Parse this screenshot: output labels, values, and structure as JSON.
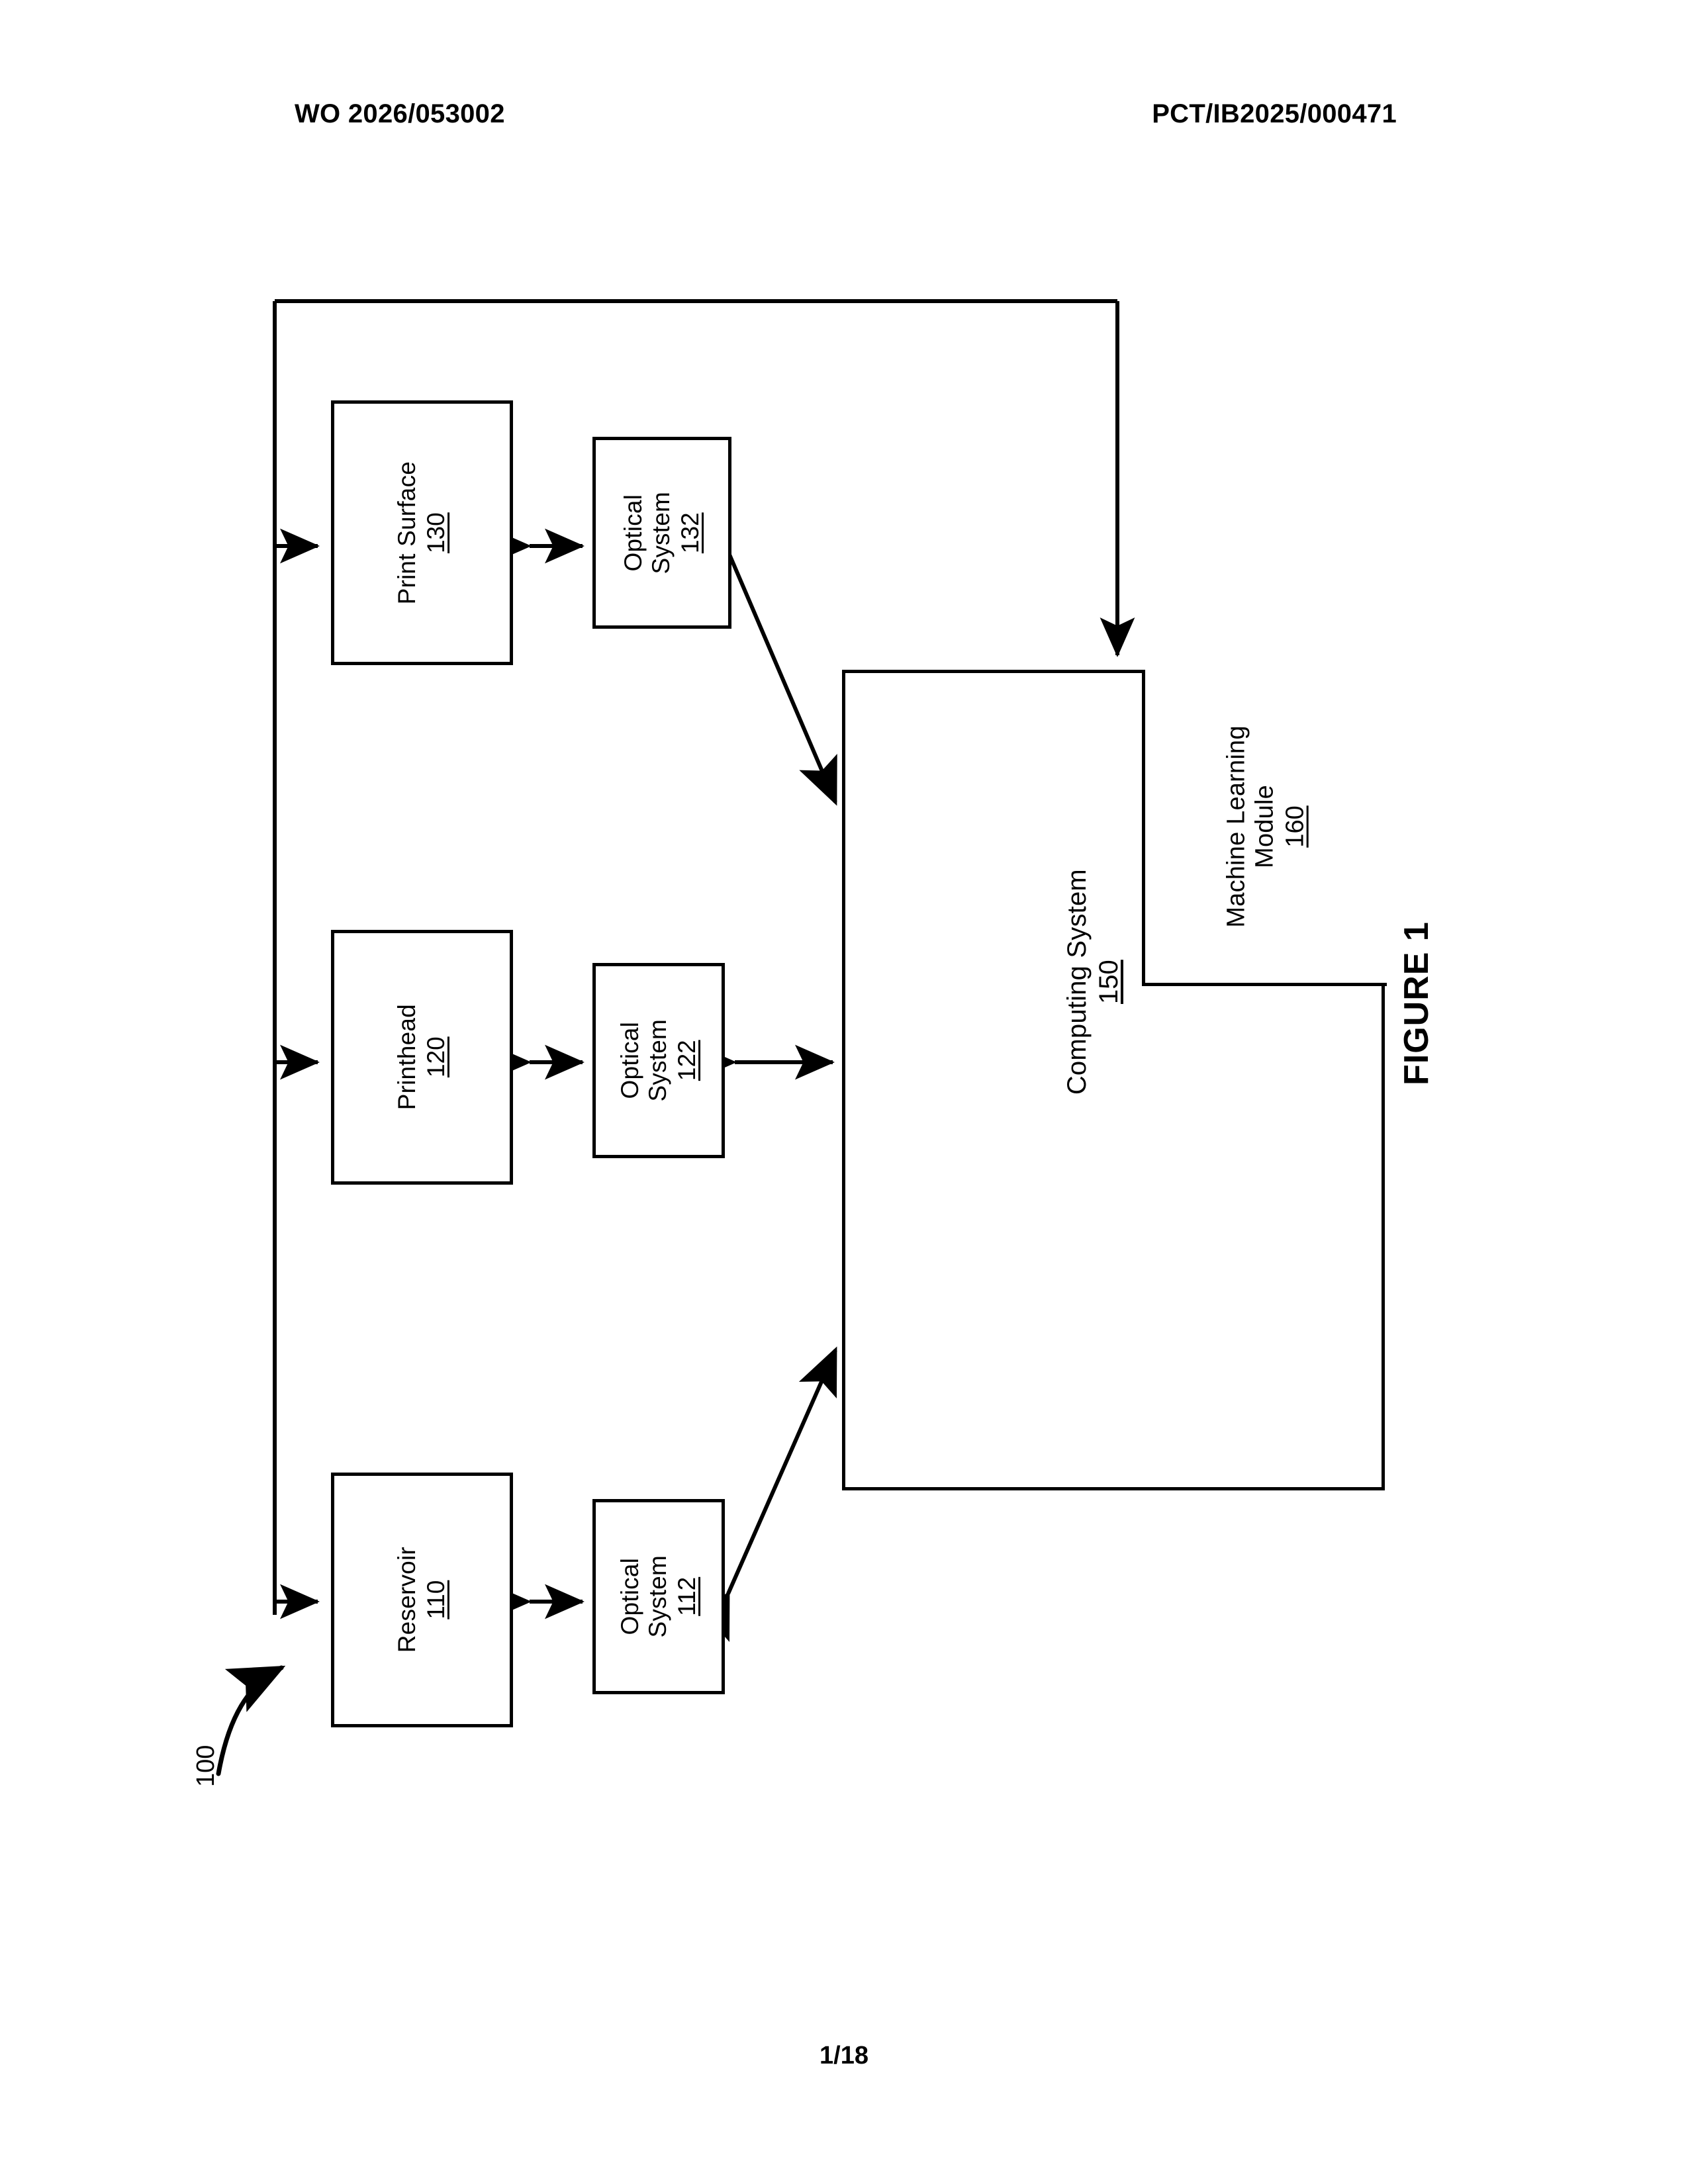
{
  "page": {
    "header_left": "WO 2026/053002",
    "header_right": "PCT/IB2025/000471",
    "footer": "1/18"
  },
  "figure": {
    "caption": "FIGURE 1",
    "system_ref": "100",
    "line_color": "#000000",
    "background": "#ffffff"
  },
  "diagram_data": {
    "type": "block-diagram",
    "title": "FIGURE 1",
    "system_reference": "100",
    "orientation": "landscape-rotated-90",
    "nodes": [
      {
        "id": "reservoir",
        "label": "Reservoir",
        "ref": "110"
      },
      {
        "id": "optical-112",
        "label_line1": "Optical",
        "label_line2": "System",
        "ref": "112"
      },
      {
        "id": "printhead",
        "label": "Printhead",
        "ref": "120"
      },
      {
        "id": "optical-122",
        "label_line1": "Optical",
        "label_line2": "System",
        "ref": "122"
      },
      {
        "id": "print-surface",
        "label": "Print Surface",
        "ref": "130"
      },
      {
        "id": "optical-132",
        "label_line1": "Optical",
        "label_line2": "System",
        "ref": "132"
      },
      {
        "id": "computing",
        "label": "Computing System",
        "ref": "150"
      },
      {
        "id": "ml-module",
        "label_line1": "Machine Learning",
        "label_line2": "Module",
        "ref": "160"
      }
    ],
    "edges": [
      {
        "from": "bus",
        "to": "print-surface",
        "style": "single-arrow"
      },
      {
        "from": "bus",
        "to": "printhead",
        "style": "single-arrow"
      },
      {
        "from": "bus",
        "to": "reservoir",
        "style": "single-arrow"
      },
      {
        "from": "print-surface",
        "to": "optical-132",
        "style": "double-arrow"
      },
      {
        "from": "printhead",
        "to": "optical-122",
        "style": "double-arrow"
      },
      {
        "from": "reservoir",
        "to": "optical-112",
        "style": "double-arrow"
      },
      {
        "from": "optical-132",
        "to": "computing",
        "style": "double-arrow-diagonal"
      },
      {
        "from": "optical-122",
        "to": "computing",
        "style": "double-arrow"
      },
      {
        "from": "optical-112",
        "to": "computing",
        "style": "double-arrow-diagonal"
      },
      {
        "from": "computing",
        "to": "bus",
        "style": "single-arrow-bus-return"
      }
    ],
    "containment": [
      {
        "parent": "computing",
        "child": "ml-module"
      }
    ]
  },
  "nodes": {
    "print_surface": {
      "label": "Print Surface",
      "ref": "130"
    },
    "optical_132": {
      "line1": "Optical",
      "line2": "System",
      "ref": "132"
    },
    "printhead": {
      "label": "Printhead",
      "ref": "120"
    },
    "optical_122": {
      "line1": "Optical",
      "line2": "System",
      "ref": "122"
    },
    "reservoir": {
      "label": "Reservoir",
      "ref": "110"
    },
    "optical_112": {
      "line1": "Optical",
      "line2": "System",
      "ref": "112"
    },
    "computing": {
      "label": "Computing System",
      "ref": "150"
    },
    "ml_module": {
      "line1": "Machine Learning",
      "line2": "Module",
      "ref": "160"
    }
  }
}
